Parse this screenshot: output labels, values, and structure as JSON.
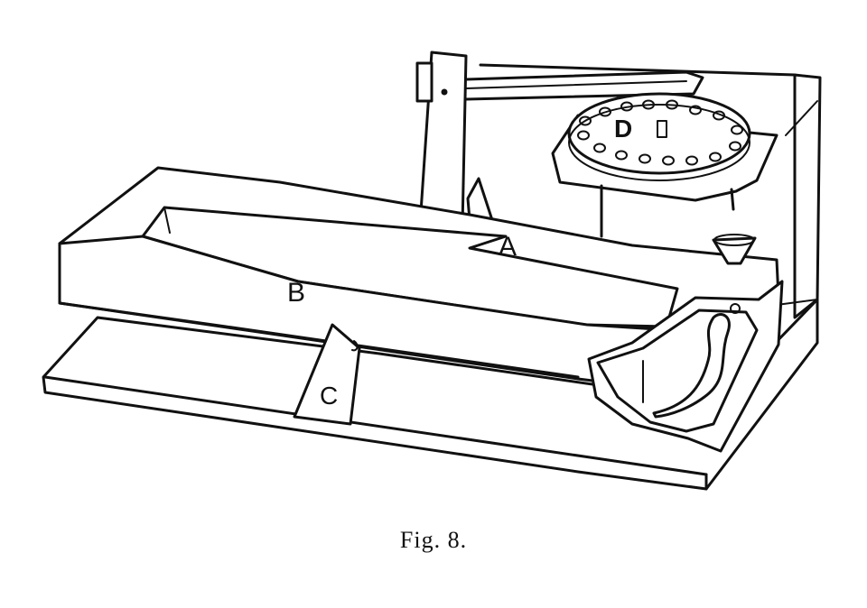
{
  "diagram": {
    "labels": {
      "a": "A",
      "b": "B",
      "c": "C",
      "d": "D"
    }
  },
  "caption": "Fig. 8."
}
